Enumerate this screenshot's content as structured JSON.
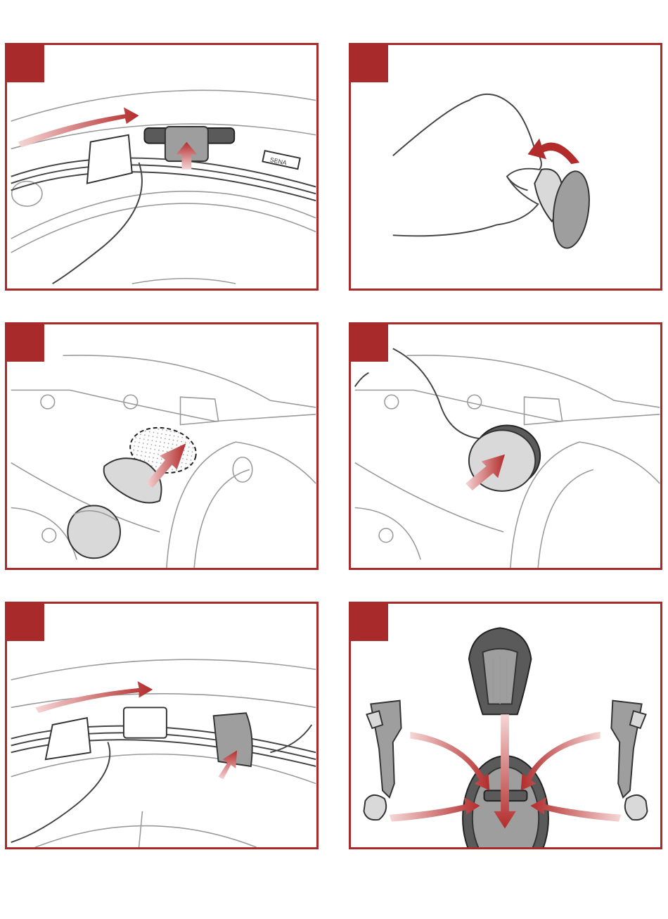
{
  "panels": [
    {
      "id": "p1",
      "step_label": ""
    },
    {
      "id": "p2",
      "step_label": ""
    },
    {
      "id": "p3",
      "step_label": ""
    },
    {
      "id": "p4",
      "step_label": ""
    },
    {
      "id": "p5",
      "step_label": ""
    },
    {
      "id": "p6",
      "step_label": ""
    }
  ],
  "labels": {
    "brand_on_cable": "SENA"
  },
  "colors": {
    "accent": "#a82a2a",
    "arrow_light": "#f4d4d4",
    "part_gray": "#9e9e9e"
  }
}
